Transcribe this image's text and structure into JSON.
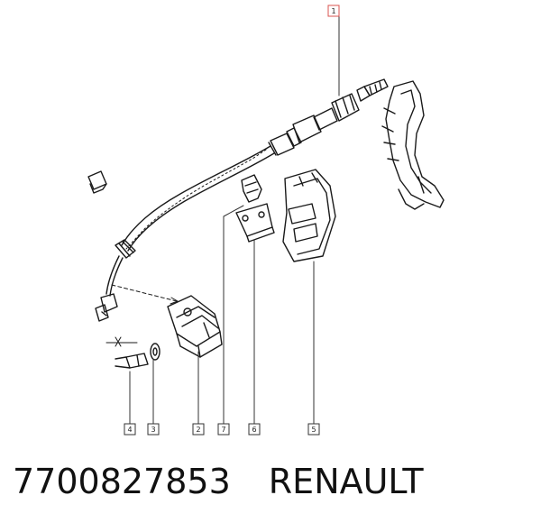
{
  "callouts": {
    "c1": "1",
    "c2": "2",
    "c3": "3",
    "c4": "4",
    "c5": "5",
    "c6": "6",
    "c7": "7"
  },
  "caption": {
    "part_number": "7700827853",
    "brand": "RENAULT"
  },
  "colors": {
    "line": "#1a1a1a",
    "highlight": "#d9534f"
  }
}
